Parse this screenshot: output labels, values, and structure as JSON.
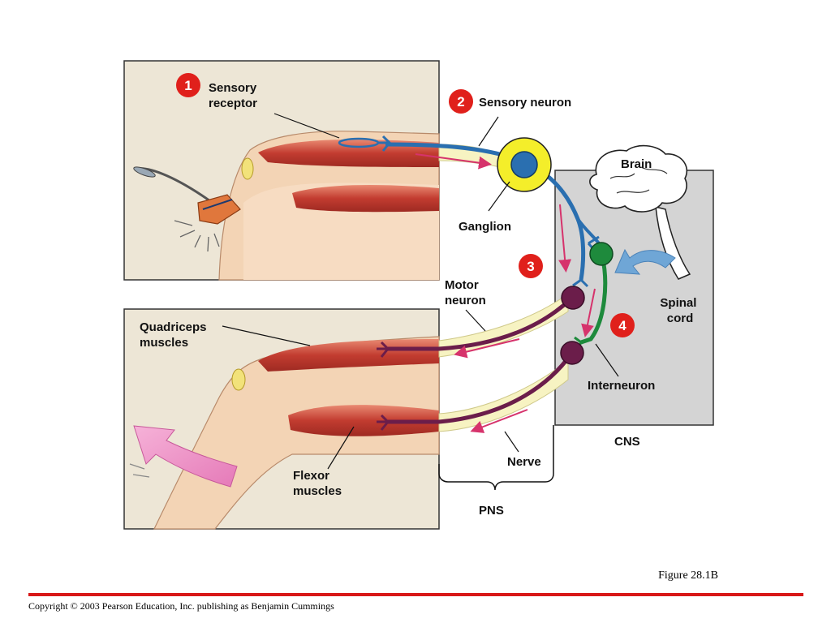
{
  "labels": {
    "sensory_receptor": [
      "Sensory",
      "receptor"
    ],
    "sensory_neuron": "Sensory neuron",
    "ganglion": "Ganglion",
    "brain": "Brain",
    "motor_neuron": [
      "Motor",
      "neuron"
    ],
    "spinal_cord": [
      "Spinal",
      "cord"
    ],
    "quadriceps": [
      "Quadriceps",
      "muscles"
    ],
    "interneuron": "Interneuron",
    "cns": "CNS",
    "nerve": "Nerve",
    "flexor": [
      "Flexor",
      "muscles"
    ],
    "pns": "PNS"
  },
  "steps": [
    "1",
    "2",
    "3",
    "4"
  ],
  "figure_caption": "Figure 28.1B",
  "footer": "Copyright © 2003 Pearson Education, Inc. publishing as Benjamin Cummings",
  "colors": {
    "panel_bg": "#ede6d6",
    "cns_box": "#d4d4d4",
    "sensory_neuron": "#2a6fb0",
    "motor_neuron": "#6b1d4a",
    "interneuron": "#1e8a3c",
    "ganglion": "#f4ee2a",
    "badge": "#e0201b",
    "muscle": "#c9463a",
    "skin": "#f2d2b4",
    "footer_rule": "#d81818"
  }
}
